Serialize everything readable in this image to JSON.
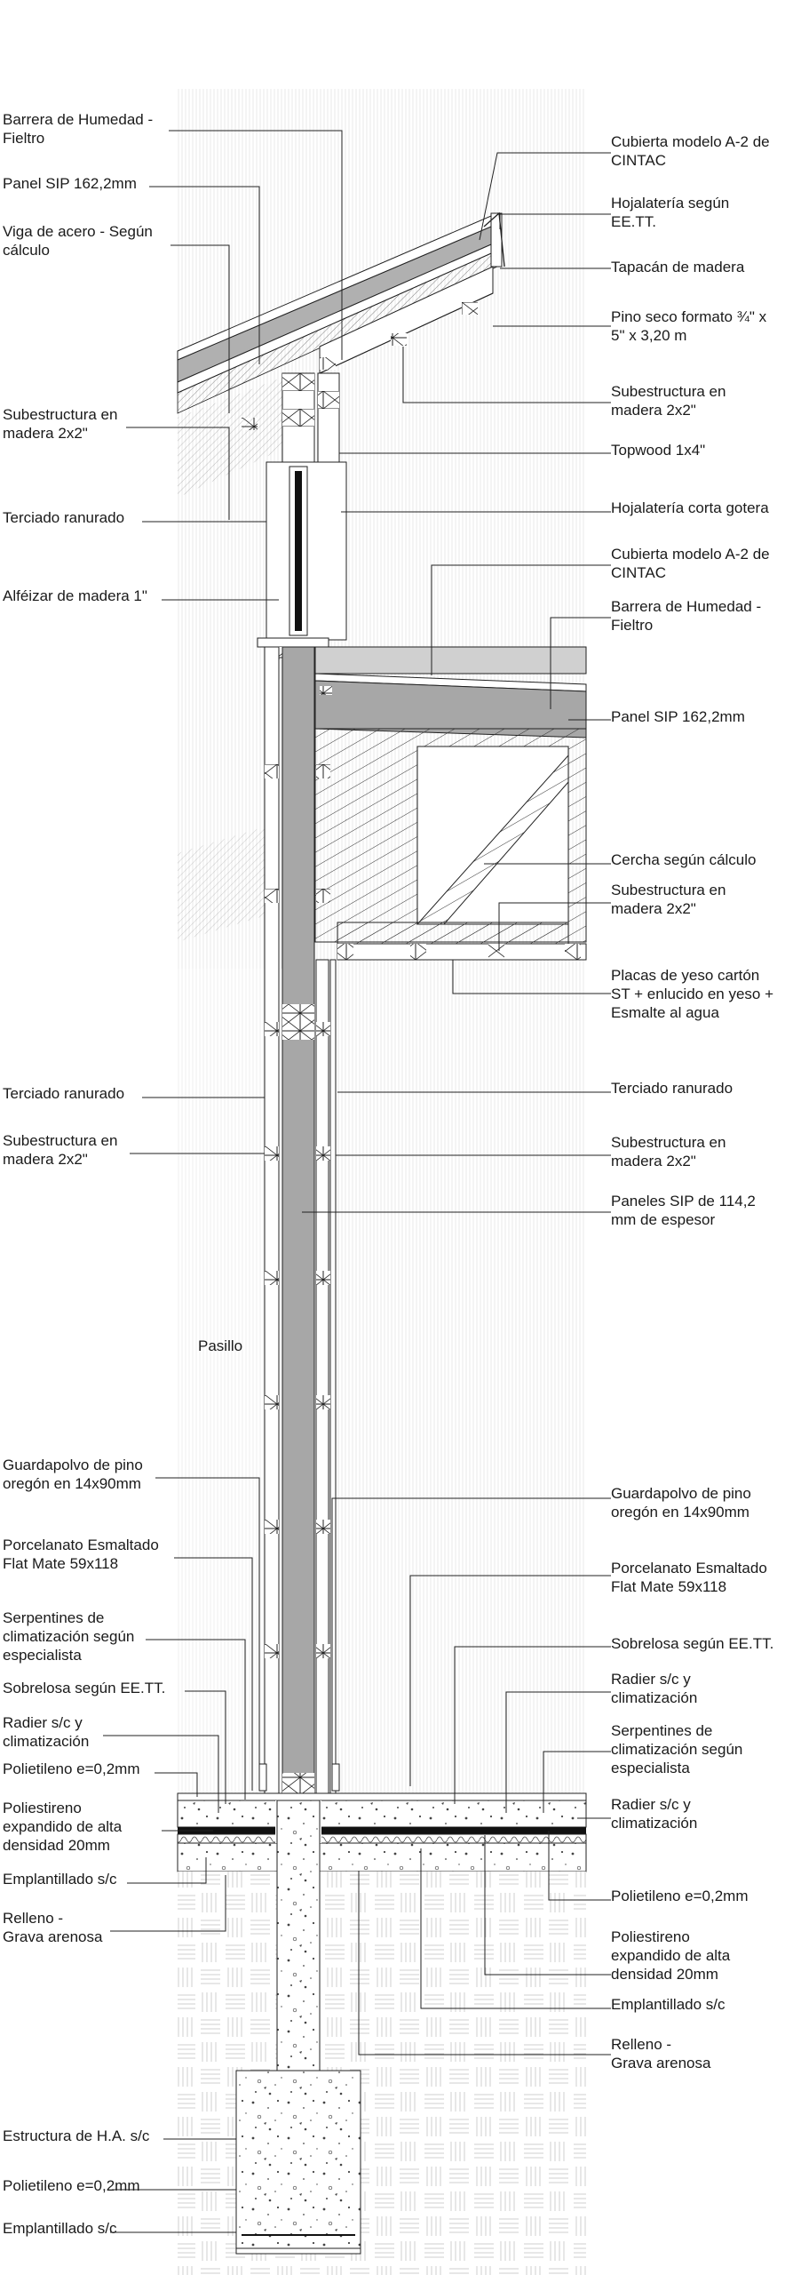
{
  "labels_left": [
    "Barrera de Humedad -\nFieltro",
    "Panel SIP 162,2mm",
    "Viga de acero - Según\ncálculo",
    "Subestructura en\nmadera 2x2\"",
    "Terciado ranurado",
    "Alféizar de madera 1\"",
    "Terciado ranurado",
    "Subestructura en\nmadera 2x2\"",
    "Guardapolvo de pino\noregón en 14x90mm",
    "Porcelanato Esmaltado\nFlat Mate 59x118",
    "Serpentines de\nclimatización según\nespecialista",
    "Sobrelosa según EE.TT.",
    "Radier s/c y\nclimatización",
    "Polietileno e=0,2mm",
    "Poliestireno\nexpandido de alta\ndensidad 20mm",
    "Emplantillado s/c",
    "Relleno -\nGrava arenosa",
    "Estructura de H.A. s/c",
    "Polietileno e=0,2mm",
    "Emplantillado s/c"
  ],
  "labels_right": [
    "Cubierta modelo A-2 de\nCINTAC",
    "Hojalatería según\nEE.TT.",
    "Tapacán de madera",
    "Pino seco formato ¾\" x\n5\" x 3,20 m",
    "Subestructura en\nmadera 2x2\"",
    "Topwood 1x4\"",
    "Hojalatería corta gotera",
    "Cubierta modelo A-2 de\nCINTAC",
    "Barrera de Humedad -\nFieltro",
    "Panel SIP 162,2mm",
    "Cercha según cálculo",
    "Subestructura en\nmadera 2x2\"",
    "Placas de yeso cartón\nST + enlucido en yeso +\nEsmalte al agua",
    "Terciado ranurado",
    "Subestructura en\nmadera 2x2\"",
    "Paneles SIP de 114,2\nmm de espesor",
    "Guardapolvo de pino\noregón en 14x90mm",
    "Porcelanato Esmaltado\nFlat Mate 59x118",
    "Sobrelosa según EE.TT.",
    "Radier s/c y\nclimatización",
    "Serpentines de\nclimatización según\nespecialista",
    "Radier s/c y\nclimatización",
    "Polietileno e=0,2mm",
    "Poliestireno\nexpandido de alta\ndensidad 20mm",
    "Emplantillado s/c",
    "Relleno -\nGrava arenosa"
  ],
  "room_label": "Pasillo",
  "colors": {
    "panel": "#a7a7a7",
    "line": "#222222",
    "ink": "#1a1a1a"
  }
}
